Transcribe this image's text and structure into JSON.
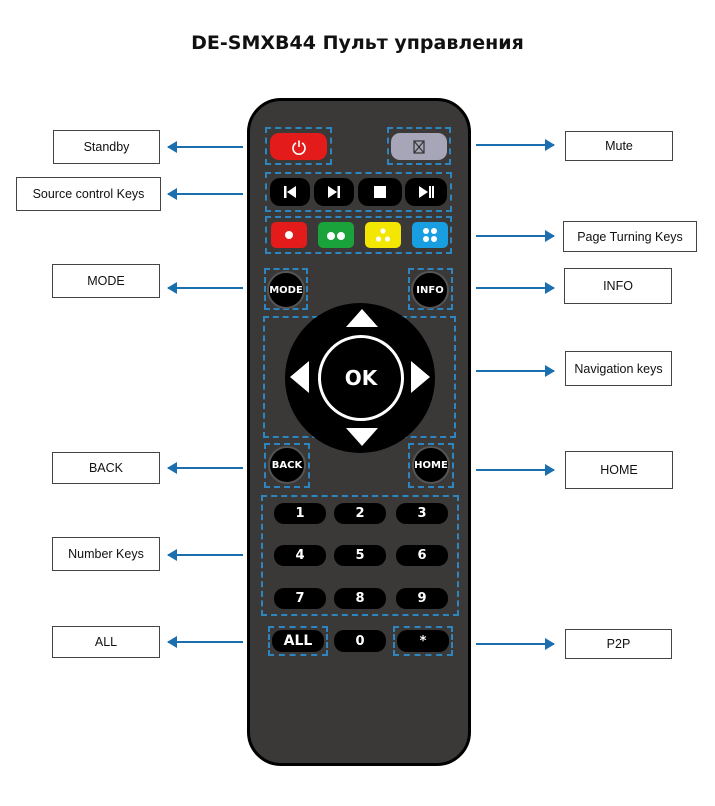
{
  "title": "DE-SMXB44 Пульт управления",
  "labels": {
    "standby": "Standby",
    "mute": "Mute",
    "source": "Source control Keys",
    "page_turning": "Page Turning Keys",
    "mode": "MODE",
    "info": "INFO",
    "navigation": "Navigation keys",
    "back": "BACK",
    "home": "HOME",
    "number_keys": "Number Keys",
    "all": "ALL",
    "p2p": "P2P"
  },
  "remote": {
    "mode_key": "MODE",
    "info_key": "INFO",
    "ok_key": "OK",
    "back_key": "BACK",
    "home_key": "HOME",
    "digits": [
      "1",
      "2",
      "3",
      "4",
      "5",
      "6",
      "7",
      "8",
      "9"
    ],
    "all_key": "ALL",
    "zero_key": "0",
    "star_key": "*"
  },
  "colors": {
    "arrow": "#1b6fae",
    "dashed_group": "#2e86c1",
    "power": "#e31b1b",
    "mute_button": "#a6a6b8",
    "red": "#e31b1b",
    "green": "#1aa33a",
    "yellow": "#f3e600",
    "blue": "#1a9ee2",
    "remote_body": "#3b3838"
  },
  "icons": {
    "standby": "power-icon",
    "mute": "mute-icon",
    "source": [
      "previous-icon",
      "next-icon",
      "stop-icon",
      "play-pause-icon"
    ]
  }
}
